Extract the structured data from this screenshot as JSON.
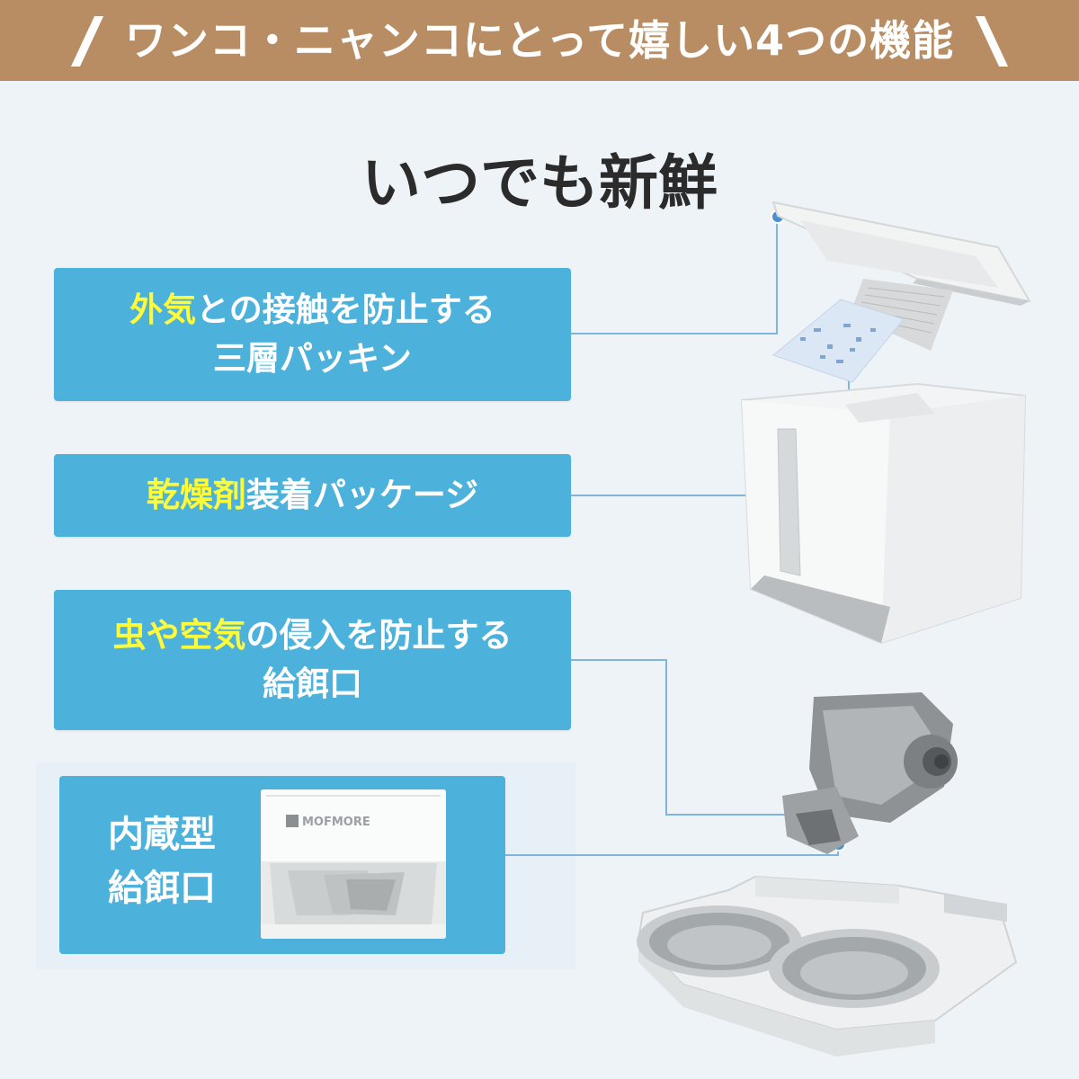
{
  "banner": {
    "title": "ワンコ・ニャンコにとって嬉しい4つの機能"
  },
  "headline": "いつでも新鮮",
  "features": [
    {
      "highlight": "外気",
      "rest": "との接触を防止する",
      "line2": "三層パッキン"
    },
    {
      "highlight": "乾燥剤",
      "rest": "装着パッケージ"
    },
    {
      "highlight": "虫や空気",
      "rest": "の侵入を防止する",
      "line2": "給餌口"
    },
    {
      "line1": "内蔵型",
      "line2": "給餌口"
    }
  ],
  "thumbnail": {
    "brand": "MOFMORE"
  },
  "colors": {
    "banner": "#b98d63",
    "card": "#4cb2dc",
    "highlight": "#fdfb3a",
    "background": "#eef3f8"
  }
}
